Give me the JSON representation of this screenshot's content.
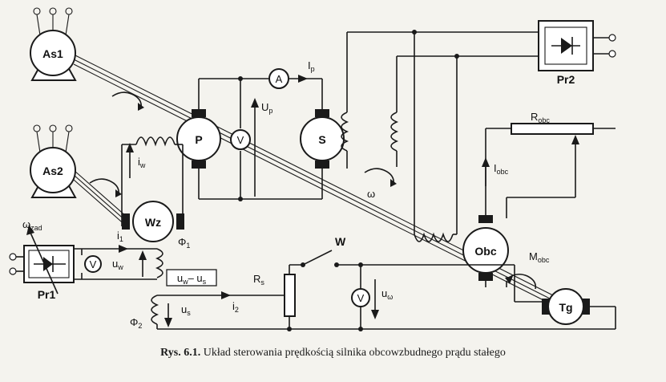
{
  "figure": {
    "caption_number": "Rys. 6.1.",
    "caption_text": "Układ sterowania prędkością silnika obcowzbudnego prądu stałego"
  },
  "machines": {
    "as1": "As1",
    "as2": "As2",
    "p": "P",
    "s": "S",
    "wz": "Wz",
    "obc": "Obc",
    "tg": "Tg",
    "pr1": "Pr1",
    "pr2": "Pr2"
  },
  "meters": {
    "ammeter": "A",
    "voltmeter": "V"
  },
  "labels": {
    "i": "i",
    "i_w_sub": "w",
    "i_1_sub": "1",
    "i_2_sub": "2",
    "I": "I",
    "I_p_sub": "p",
    "I_obc_sub": "obc",
    "U": "U",
    "U_p_sub": "p",
    "u": "u",
    "u_w_sub": "w",
    "u_s_sub": "s",
    "u_omega_sub": "ω",
    "phi": "Φ",
    "phi_1_sub": "1",
    "phi_2_sub": "2",
    "R": "R",
    "R_s_sub": "s",
    "R_obc_sub": "obc",
    "omega": "ω",
    "omega_zad_sub": "zad",
    "M": "M",
    "M_obc_sub": "obc",
    "W": "W",
    "diff_a": "u",
    "diff_a_sub": "w",
    "diff_minus": "– u",
    "diff_b_sub": "s"
  }
}
